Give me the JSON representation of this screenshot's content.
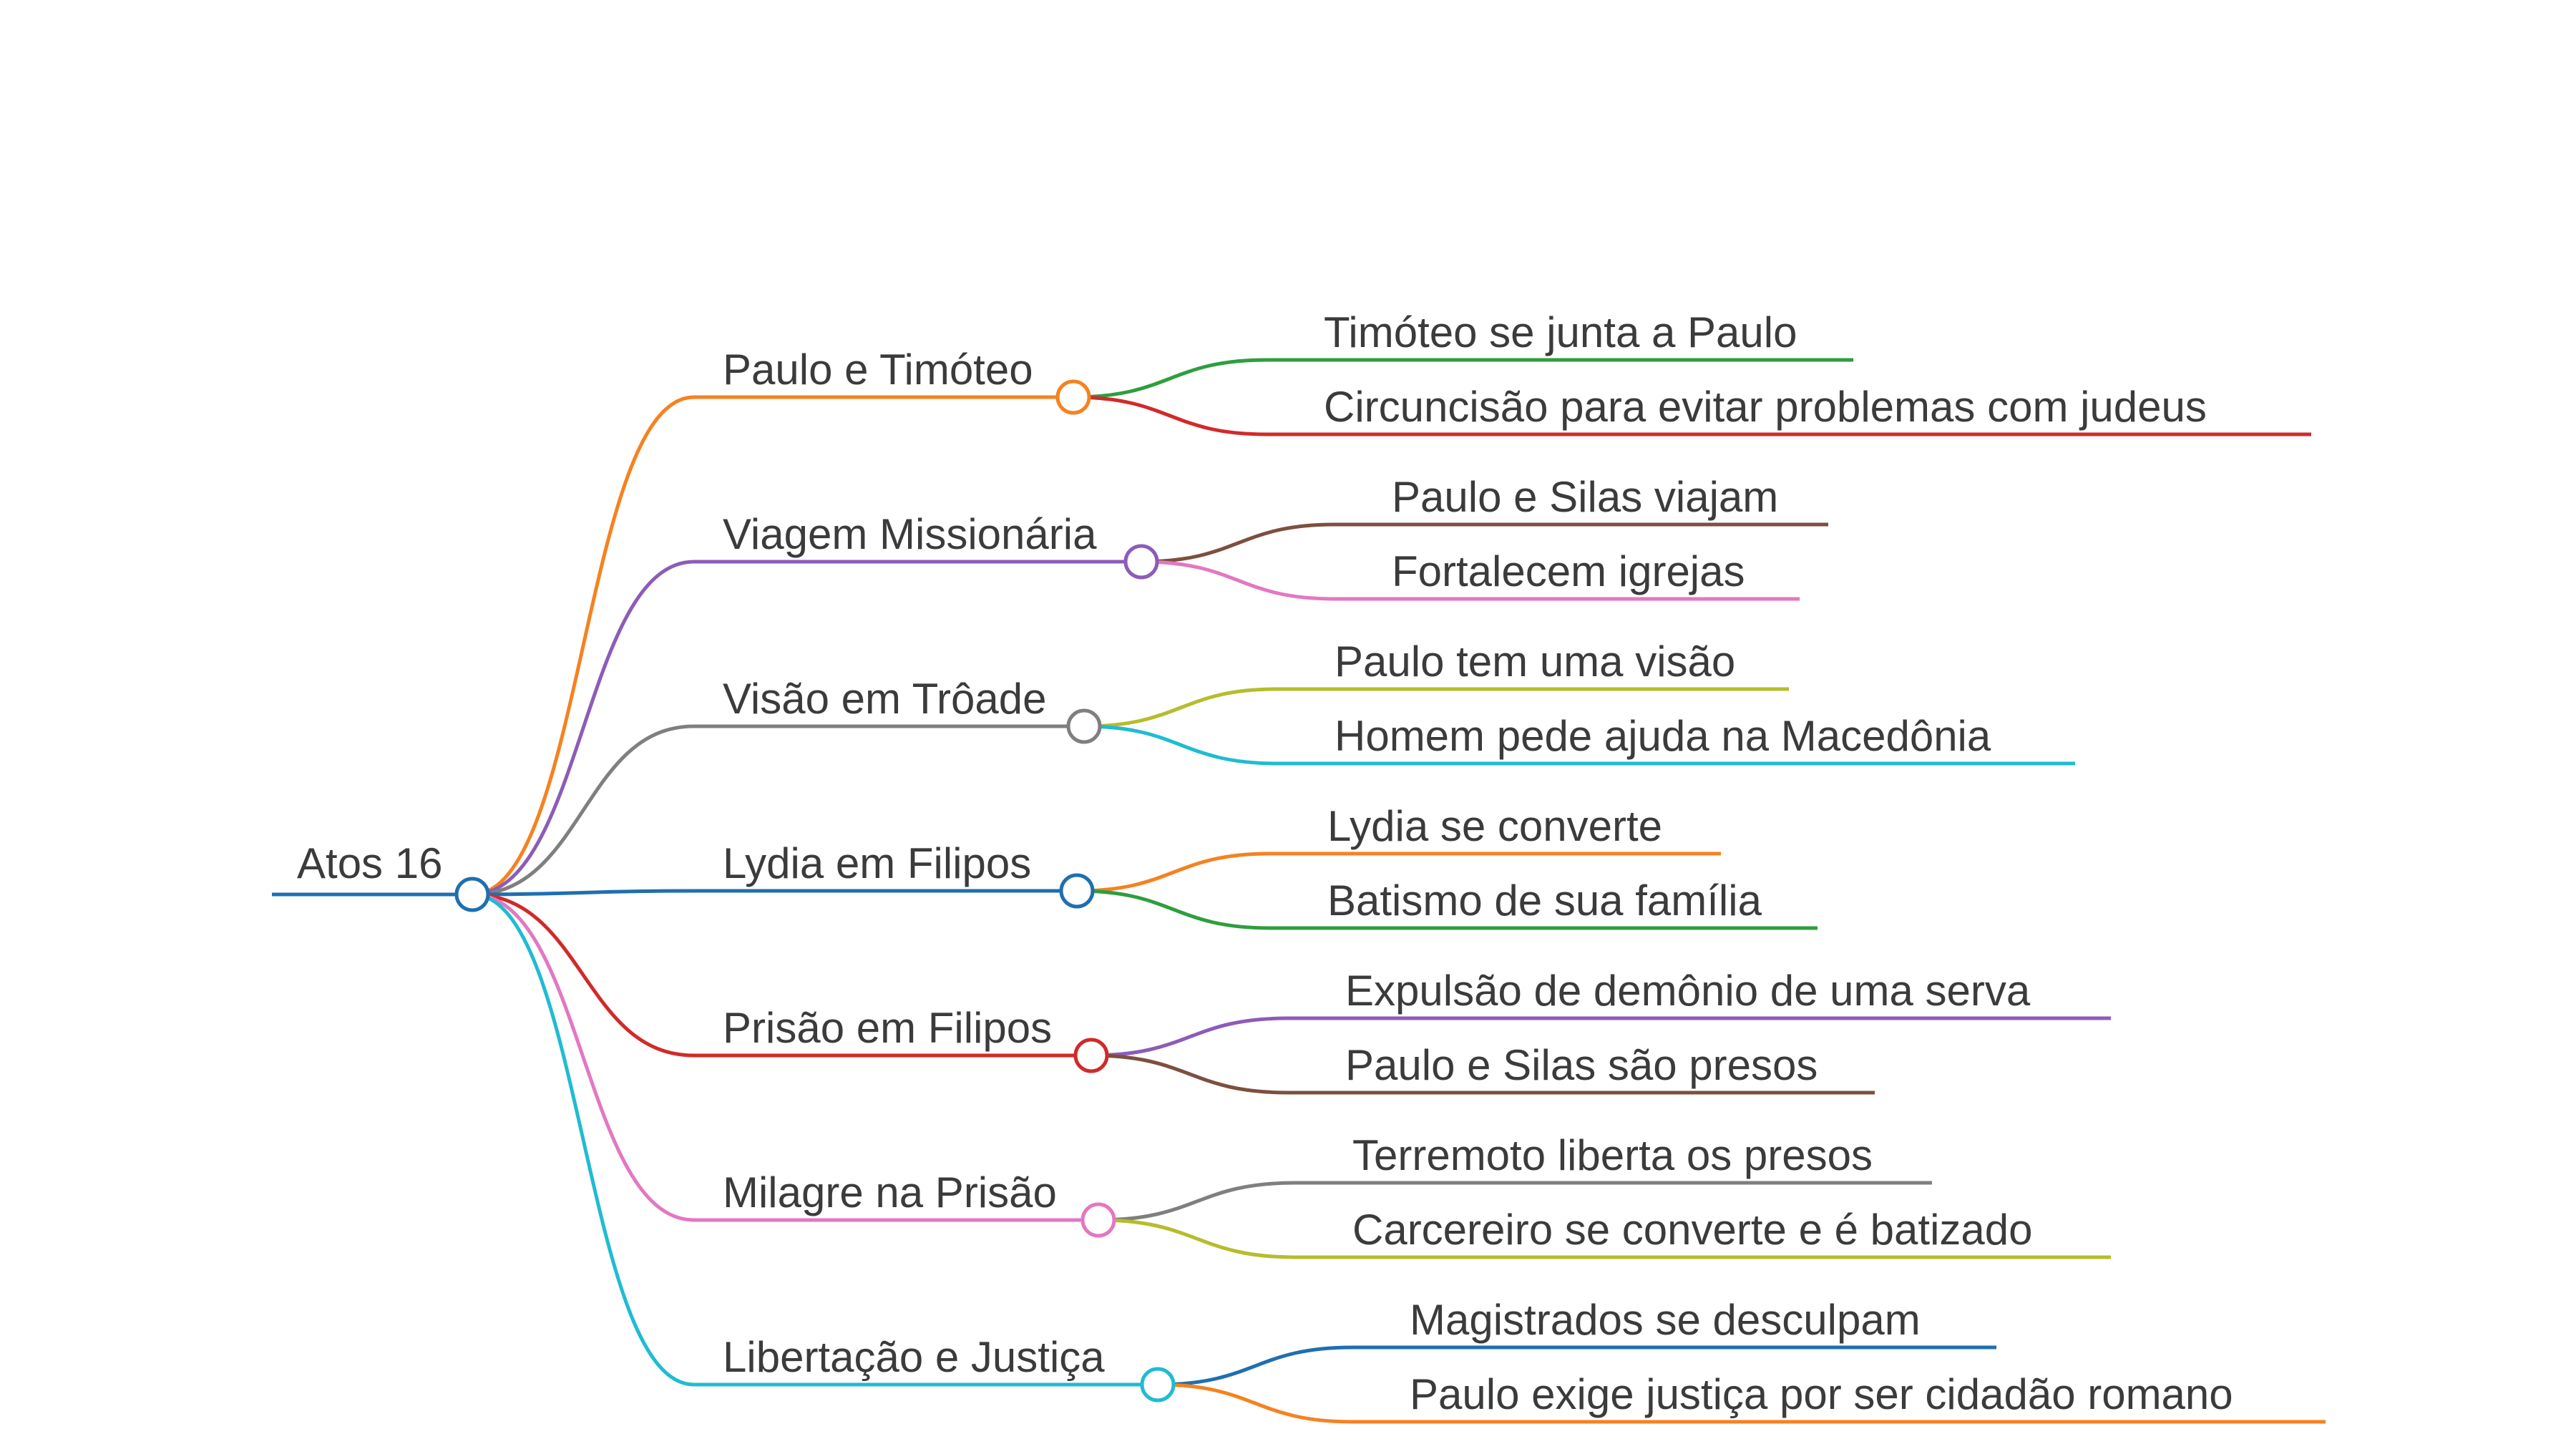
{
  "root": {
    "label": "Atos 16",
    "color": "#1f6fb0"
  },
  "branches": [
    {
      "label": "Paulo e Timóteo",
      "color": "#f58220",
      "children": [
        {
          "label": "Timóteo se junta a Paulo",
          "color": "#2e9e3e"
        },
        {
          "label": "Circuncisão para evitar problemas com judeus",
          "color": "#d12a2a"
        }
      ]
    },
    {
      "label": "Viagem Missionária",
      "color": "#8c5cb8",
      "children": [
        {
          "label": "Paulo e Silas viajam",
          "color": "#7d4f3f"
        },
        {
          "label": "Fortalecem igrejas",
          "color": "#e377c2"
        }
      ]
    },
    {
      "label": "Visão em Trôade",
      "color": "#7f7f7f",
      "children": [
        {
          "label": "Paulo tem uma visão",
          "color": "#b5bd2b"
        },
        {
          "label": "Homem pede ajuda na Macedônia",
          "color": "#1fbcd2"
        }
      ]
    },
    {
      "label": "Lydia em Filipos",
      "color": "#1f6fb0",
      "children": [
        {
          "label": "Lydia se converte",
          "color": "#f58220"
        },
        {
          "label": "Batismo de sua família",
          "color": "#2e9e3e"
        }
      ]
    },
    {
      "label": "Prisão em Filipos",
      "color": "#d12a2a",
      "children": [
        {
          "label": "Expulsão de demônio de uma serva",
          "color": "#8c5cb8"
        },
        {
          "label": "Paulo e Silas são presos",
          "color": "#7d4f3f"
        }
      ]
    },
    {
      "label": "Milagre na Prisão",
      "color": "#e377c2",
      "children": [
        {
          "label": "Terremoto liberta os presos",
          "color": "#7f7f7f"
        },
        {
          "label": "Carcereiro se converte e é batizado",
          "color": "#b5bd2b"
        }
      ]
    },
    {
      "label": "Libertação e Justiça",
      "color": "#1fbcd2",
      "children": [
        {
          "label": "Magistrados se desculpam",
          "color": "#1f6fb0"
        },
        {
          "label": "Paulo exige justiça por ser cidadão romano",
          "color": "#f58220"
        }
      ]
    }
  ]
}
